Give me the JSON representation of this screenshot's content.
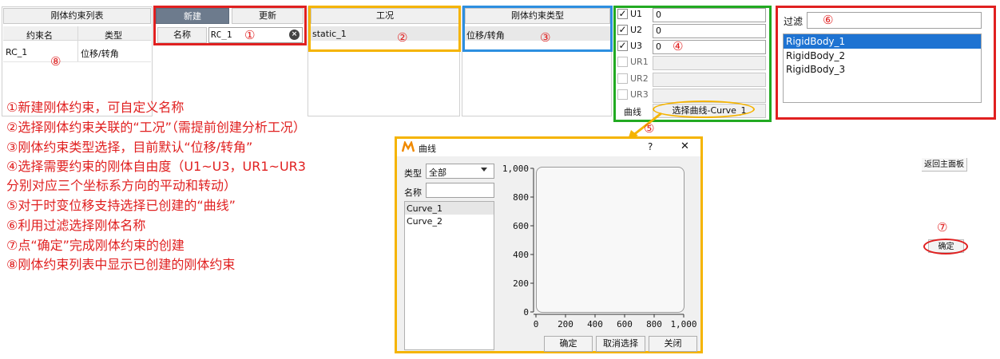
{
  "constraint_list": {
    "title": "刚体约束列表",
    "col_name": "约束名",
    "col_type": "类型",
    "rows": [
      {
        "name": "RC_1",
        "type": "位移/转角"
      }
    ]
  },
  "editor": {
    "new_label": "新建",
    "update_label": "更新",
    "name_label": "名称",
    "name_value": "RC_1"
  },
  "load_case": {
    "header": "工况",
    "value": "static_1"
  },
  "constraint_type": {
    "header": "刚体约束类型",
    "value": "位移/转角"
  },
  "dof": {
    "items": [
      {
        "label": "U1",
        "checked": true,
        "value": "0"
      },
      {
        "label": "U2",
        "checked": true,
        "value": "0"
      },
      {
        "label": "U3",
        "checked": true,
        "value": "0"
      },
      {
        "label": "UR1",
        "checked": false,
        "value": ""
      },
      {
        "label": "UR2",
        "checked": false,
        "value": ""
      },
      {
        "label": "UR3",
        "checked": false,
        "value": ""
      }
    ],
    "curve_label": "曲线",
    "curve_button": "选择曲线-Curve_1"
  },
  "filter": {
    "label": "过滤",
    "value": "",
    "bodies": [
      "RigidBody_1",
      "RigidBody_2",
      "RigidBody_3"
    ],
    "selected": "RigidBody_1"
  },
  "right_buttons": {
    "back": "返回主面板",
    "ok": "确定"
  },
  "markers": [
    "①",
    "②",
    "③",
    "④",
    "⑤",
    "⑥",
    "⑦",
    "⑧"
  ],
  "notes": [
    "①新建刚体约束，可自定义名称",
    "②选择刚体约束关联的“工况”（需提前创建分析工况）",
    "③刚体约束类型选择，目前默认“位移/转角”",
    "④选择需要约束的刚体自由度（U1~U3，UR1~UR3",
    "分别对应三个坐标系方向的平动和转动）",
    "⑤对于时变位移支持选择已创建的“曲线”",
    "⑥利用过滤选择刚体名称",
    "⑦点“确定”完成刚体约束的创建",
    "⑧刚体约束列表中显示已创建的刚体约束"
  ],
  "curve_dialog": {
    "title": "曲线",
    "help": "?",
    "close": "✕",
    "type_label": "类型",
    "type_value": "全部",
    "name_label": "名称",
    "name_value": "",
    "curves": [
      "Curve_1",
      "Curve_2"
    ],
    "ok": "确定",
    "deselect": "取消选择",
    "close_btn": "关闭"
  },
  "chart_data": {
    "type": "line",
    "series": [],
    "xlim": [
      0,
      1000
    ],
    "ylim": [
      0,
      1000
    ],
    "x_ticks": [
      "0",
      "200",
      "400",
      "600",
      "800",
      "1,000"
    ],
    "y_ticks": [
      "0",
      "200",
      "400",
      "600",
      "800",
      "1,000"
    ]
  },
  "colors": {
    "annotation_red": "#e02020",
    "annotation_yellow": "#f5b400",
    "annotation_blue": "#2d8fe0",
    "annotation_green": "#22aa22",
    "selection": "#1e73d2"
  }
}
